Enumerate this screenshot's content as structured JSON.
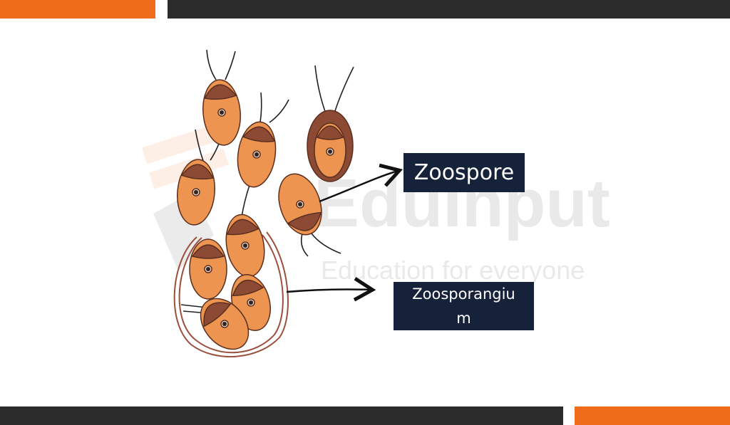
{
  "frame": {
    "accent_color": "#ef6c1a",
    "dark_color": "#2c2c2c"
  },
  "watermark": {
    "brand": "EduInput",
    "tagline": "Education for everyone"
  },
  "labels": {
    "zoospore": "Zoospore",
    "zoosporangium_line1": "Zoosporangiu",
    "zoosporangium_line2": "m"
  },
  "colors": {
    "cell_body": "#ec9450",
    "cell_cap": "#8c4a34",
    "outline": "#5a2e1e",
    "label_bg": "#16213a"
  }
}
